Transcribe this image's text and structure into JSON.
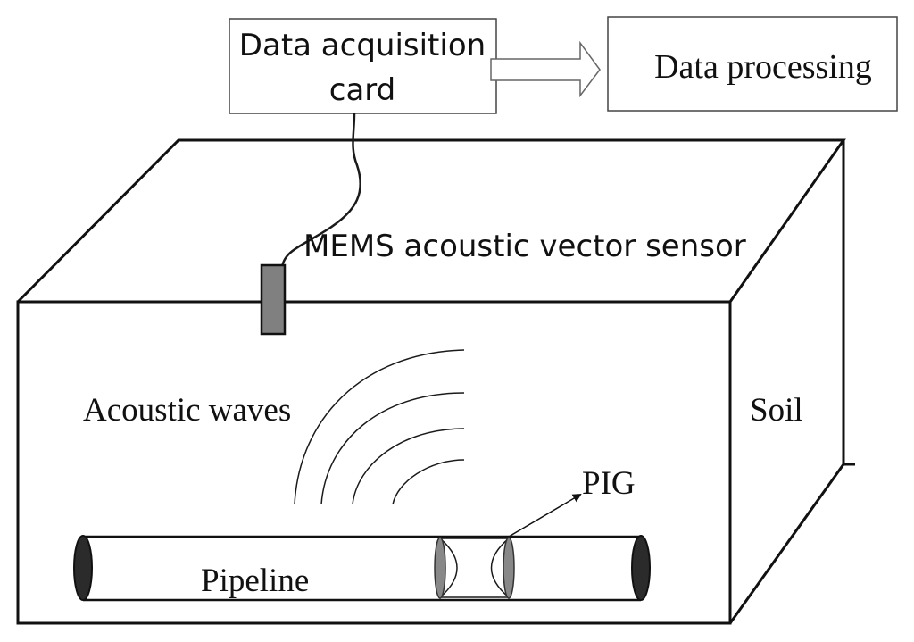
{
  "diagram": {
    "acquisition_card": {
      "line1": "Data acquisition",
      "line2": "card"
    },
    "processing_box": {
      "label": "Data processing"
    },
    "sensor_label": "MEMS acoustic vector sensor",
    "waves_label": "Acoustic waves",
    "soil_label": "Soil",
    "pig_label": "PIG",
    "pipeline_label": "Pipeline"
  }
}
